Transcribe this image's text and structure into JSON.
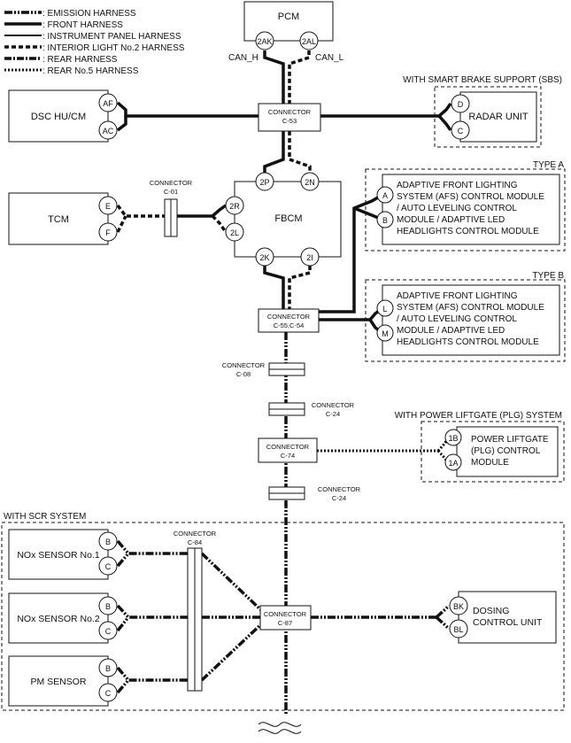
{
  "legend": [
    {
      "label": ": EMISSION HARNESS",
      "style": "w-emis"
    },
    {
      "label": ": FRONT HARNESS",
      "style": "w-front"
    },
    {
      "label": ": INSTRUMENT PANEL HARNESS",
      "style": "w-ip"
    },
    {
      "label": ": INTERIOR LIGHT No.2 HARNESS",
      "style": "w-int"
    },
    {
      "label": ": REAR HARNESS",
      "style": "w-rear"
    },
    {
      "label": ": REAR No.5 HARNESS",
      "style": "w-rear5"
    }
  ],
  "modules": {
    "pcm": "PCM",
    "dsc": "DSC HU/CM",
    "radar": "RADAR UNIT",
    "tcm": "TCM",
    "fbcm": "FBCM",
    "afs_a": [
      "ADAPTIVE FRONT LIGHTING",
      "SYSTEM (AFS) CONTROL MODULE",
      "/ AUTO LEVELING CONTROL",
      "MODULE / ADAPTIVE LED",
      "HEADLIGHTS CONTROL MODULE"
    ],
    "afs_b": [
      "ADAPTIVE FRONT LIGHTING",
      "SYSTEM (AFS) CONTROL MODULE",
      "/ AUTO LEVELING CONTROL",
      "MODULE / ADAPTIVE LED",
      "HEADLIGHTS CONTROL MODULE"
    ],
    "plg": [
      "POWER LIFTGATE",
      "(PLG) CONTROL",
      "MODULE"
    ],
    "nox1": "NOx SENSOR No.1",
    "nox2": "NOx SENSOR No.2",
    "pm": "PM SENSOR",
    "dosing": [
      "DOSING",
      "CONTROL UNIT"
    ]
  },
  "pins": {
    "pcm_h": "2AK",
    "pcm_l": "2AL",
    "dsc_h": "AF",
    "dsc_l": "AC",
    "radar_h": "D",
    "radar_l": "C",
    "tcm_h": "E",
    "tcm_l": "F",
    "fbcm_2r": "2R",
    "fbcm_2l": "2L",
    "fbcm_2p": "2P",
    "fbcm_2n": "2N",
    "fbcm_2k": "2K",
    "fbcm_2i": "2I",
    "afsa_h": "A",
    "afsa_l": "B",
    "afsb_h": "L",
    "afsb_l": "M",
    "plg_h": "1B",
    "plg_l": "1A",
    "nox1_h": "B",
    "nox1_l": "C",
    "nox2_h": "B",
    "nox2_l": "C",
    "pm_h": "B",
    "pm_l": "C",
    "dosing_h": "BK",
    "dosing_l": "BL"
  },
  "signals": {
    "can_h": "CAN_H",
    "can_l": "CAN_L"
  },
  "connectors": {
    "c53": [
      "CONNECTOR",
      "C-53"
    ],
    "c01": [
      "CONNECTOR",
      "C-01"
    ],
    "c55": [
      "CONNECTOR",
      "C-55,C-54"
    ],
    "c08": [
      "CONNECTOR",
      "C-08"
    ],
    "c24a": [
      "CONNECTOR",
      "C-24"
    ],
    "c74": [
      "CONNECTOR",
      "C-74"
    ],
    "c24b": [
      "CONNECTOR",
      "C-24"
    ],
    "c84": [
      "CONNECTOR",
      "C-84"
    ],
    "c87": [
      "CONNECTOR",
      "C-87"
    ]
  },
  "groups": {
    "sbs": "WITH SMART BRAKE SUPPORT (SBS)",
    "type_a": "TYPE A",
    "type_b": "TYPE B",
    "plg": "WITH POWER LIFTGATE (PLG) SYSTEM",
    "scr": "WITH SCR SYSTEM"
  }
}
